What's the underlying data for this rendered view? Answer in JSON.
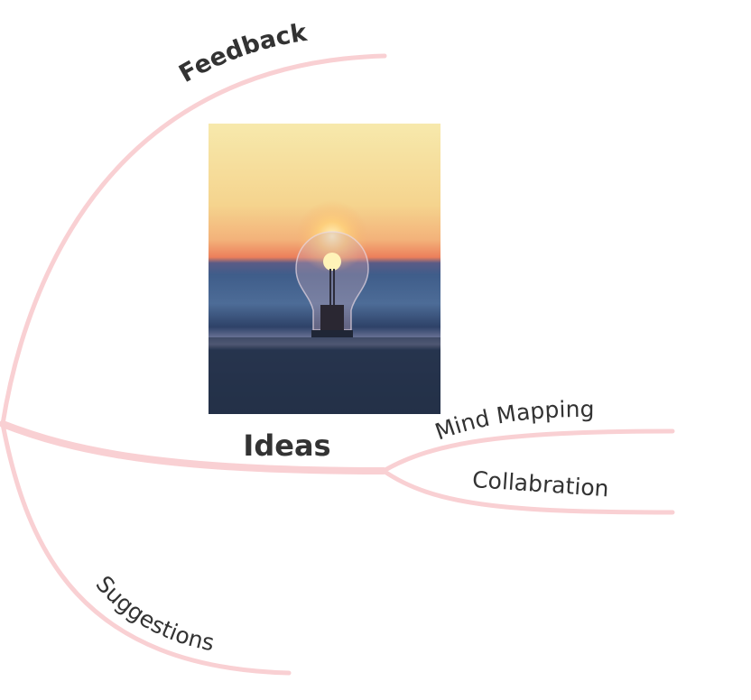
{
  "mindmap": {
    "central_topic": {
      "label": "Ideas",
      "image": "lightbulb-sunset-photo"
    },
    "branches": [
      {
        "label": "Feedback",
        "weight": "bold"
      },
      {
        "label": "Mind Mapping",
        "weight": "normal"
      },
      {
        "label": "Collabration",
        "weight": "normal"
      },
      {
        "label": "Suggestions",
        "weight": "normal"
      }
    ]
  },
  "colors": {
    "branch_line": "#f9d0d3",
    "text": "#333333",
    "sky_top": "#f6e6a6",
    "sky_horizon": "#f08a5e",
    "sea": "#3e5a86",
    "sand": "#233248"
  }
}
